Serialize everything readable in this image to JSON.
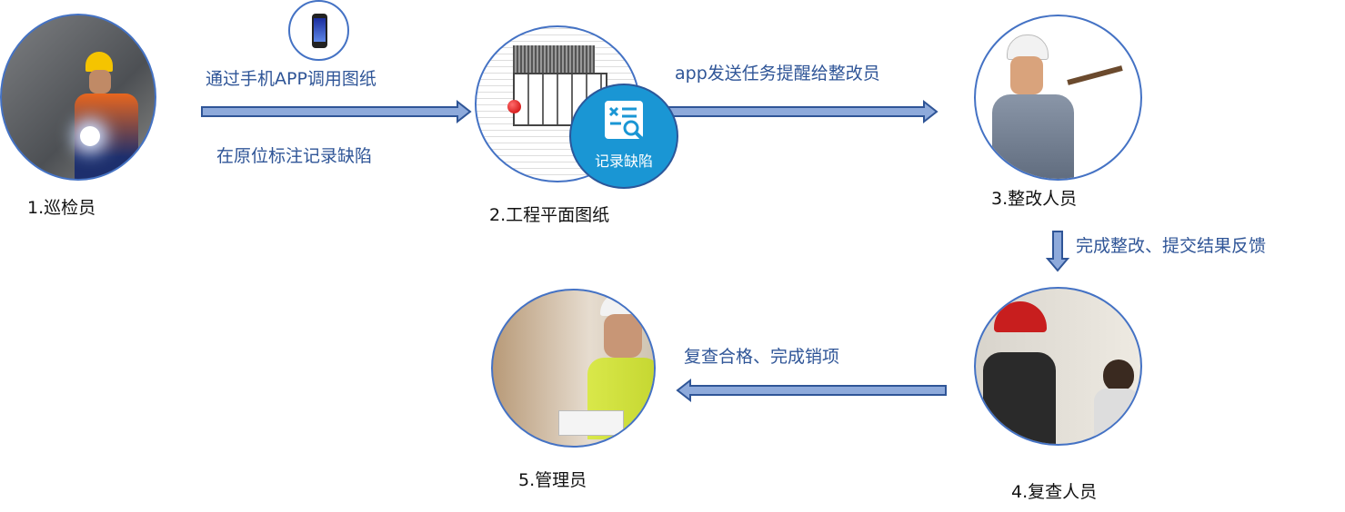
{
  "steps": [
    {
      "label": "1.巡检员"
    },
    {
      "label": "2.工程平面图纸"
    },
    {
      "label": "3.整改人员"
    },
    {
      "label": "4.复查人员"
    },
    {
      "label": "5.管理员"
    }
  ],
  "badge": {
    "label": "记录缺陷",
    "icon": "defect-search-icon"
  },
  "notes": {
    "phone_app": "通过手机APP调用图纸",
    "mark_defect": "在原位标注记录缺陷",
    "send_task": "app发送任务提醒给整改员",
    "submit_feedback": "完成整改、提交结果反馈",
    "close_item": "复查合格、完成销项"
  },
  "colors": {
    "arrow_fill": "#8eaadb",
    "arrow_stroke": "#2f5597",
    "circle_border": "#4472c4",
    "badge": "#1a96d4",
    "note_text": "#2f5597"
  }
}
